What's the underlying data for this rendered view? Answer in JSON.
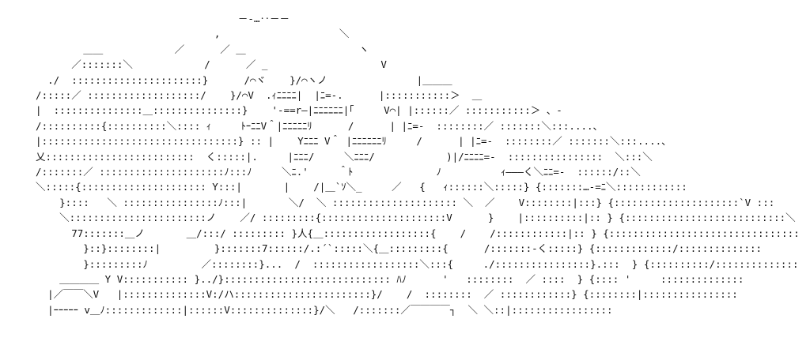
{
  "text_color": "#111111",
  "background_color": "#ffffff",
  "art": {
    "lines": [
      "                                    －‐…‥－－",
      "                                ,                    ＼",
      "          ＿＿            ／      ／ ＿                   ヽ",
      "        ／:::::::＼            /      ／ _                   V",
      "    ./  ::::::::::::::::::::::}      /⌒ヾ    }/⌒ヽノ               |＿＿＿",
      "  /:::::／ :::::::::::::::::::/    }/⌒V  .ｨﾆﾆﾆﾆ|  |ﾆ=‐.      |:::::::::::＞  ＿",
      "  |  :::::::::::::::＿:::::::::::::::}    '‐==r―|ﾆﾆﾆﾆﾆﾆ|｢     V⌒| |::::::／ :::::::::::＞ 、-",
      "  /::::::::::{::::::::::＼:::: ｨ     ﾄｰﾆﾆV＾|ﾆﾆﾆﾆﾆﾘ      /      | |ﾆ=‐  ::::::::／ :::::::＼:::....、",
      "  |:::::::::::::::::::::::::::::::::} :: |    Yﾆﾆﾆ V＾ |ﾆﾆﾆﾆﾆﾆﾘ     /      | |ﾆ=‐  ::::::::／ :::::::＼:::....、",
      "  乂:::::::::::::::::::::::::  く:::::|.     |ﾆﾆﾆ/     ＼ﾆﾆﾆ/            )|/ﾆﾆﾆﾆ=‐  ::::::::::::::::  ＼:::＼",
      "  /:::::::／ :::::::::::::::::::::ﾉ:::ﾉ     ＼ﾆ.'     ＾ﾄ              ﾉ          ｨ―――く＼ﾆﾆ=‐  ::::::/::＼",
      "  ＼:::::{::::::::::::::::::::: Y:::|       |    /|＿`ｿ＼_     ／   {   ｨ::::::＼:::::} {:::::::…‐=ﾆ＼::::::::::::",
      "      }::::   ＼ ::::::::::::::::ﾉ:::|       ＼/  ＼ ::::::::::::::::::::: ＼  ／    V::::::::|:::} {:::::::::::::::::::::`V :::",
      "      ＼:::::::::::::::::::::::ノ    ／/ :::::::::{:::::::::::::::::::::V      }    |::::::::::|:: } {:::::::::::::::::::::::::::＼",
      "        77:::::::＿ノ       ＿/:::/ ::::::::: }人{＿::::::::::::::::::{    /    /::::::::::::|:: } {::::::::::::::::::::::::::::::::",
      "          }::}::::::::|         }:::::::7::::::/.:´`:::::＼{＿:::::::::{      /:::::::‐く:::::} {:::::::::::::/::::::::::::::",
      "          }:::::::::ﾉ         ／::::::::}...  /  ::::::::::::::::::＼:::{     ./::::::::::::::::}.:::  } {::::::::::/::::::::::::::",
      "      ＿＿＿＿ Y V::::::::::: }../}:::::::::::::::::::::::::::: ﾊﾉ      '   ::::::::  ／ ::::  } {:::: '     ::::::::::::::",
      "    |／￣￣＼V   |::::::::::::::V:/ハ:::::::::::::::::::::::}/    /  ::::::::  ／ ::::::::::::} {::::::::|::::::::::::::::",
      "    |ｰｰｰｰｰ v＿ﾉ:::::::::::::|::::::V::::::::::::::}/＼   /:::::::／￣￣￣￣┐  ＼ ＼::|:::::::::::::::::"
    ]
  }
}
